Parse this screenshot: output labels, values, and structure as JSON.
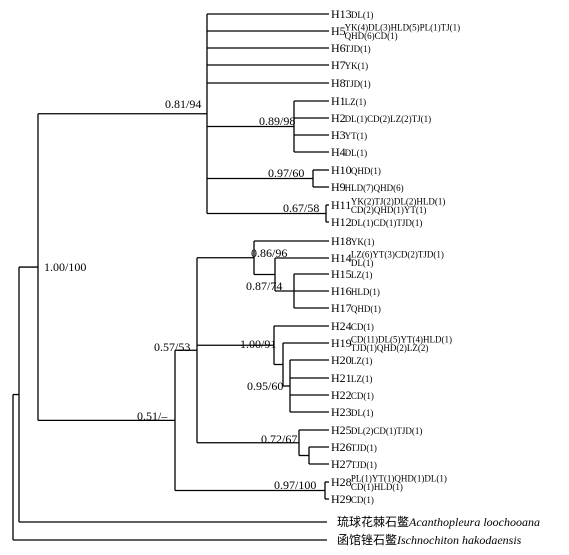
{
  "tree": {
    "tips": [
      {
        "id": "H13",
        "name": "H13",
        "loc": [
          "DL(1)"
        ]
      },
      {
        "id": "H5",
        "name": "H5",
        "loc": [
          "YK(4)DL(3)HLD(5)PL(1)TJ(1)",
          "QHD(6)CD(1)"
        ]
      },
      {
        "id": "H6",
        "name": "H6",
        "loc": [
          "TJD(1)"
        ]
      },
      {
        "id": "H7",
        "name": "H7",
        "loc": [
          "YK(1)"
        ]
      },
      {
        "id": "H8",
        "name": "H8",
        "loc": [
          "TJD(1)"
        ]
      },
      {
        "id": "H1",
        "name": "H1",
        "loc": [
          "LZ(1)"
        ]
      },
      {
        "id": "H2",
        "name": "H2",
        "loc": [
          "DL(1)CD(2)LZ(2)TJ(1)"
        ]
      },
      {
        "id": "H3",
        "name": "H3",
        "loc": [
          "YT(1)"
        ]
      },
      {
        "id": "H4",
        "name": "H4",
        "loc": [
          "DL(1)"
        ]
      },
      {
        "id": "H10",
        "name": "H10",
        "loc": [
          "QHD(1)"
        ]
      },
      {
        "id": "H9",
        "name": "H9",
        "loc": [
          "HLD(7)QHD(6)"
        ]
      },
      {
        "id": "H11",
        "name": "H11",
        "loc": [
          "YK(2)TJ(2)DL(2)HLD(1)",
          "CD(2)QHD(1)YT(1)"
        ]
      },
      {
        "id": "H12",
        "name": "H12",
        "loc": [
          "DL(1)CD(1)TJD(1)"
        ]
      },
      {
        "id": "H18",
        "name": "H18",
        "loc": [
          "YK(1)"
        ]
      },
      {
        "id": "H14",
        "name": "H14",
        "loc": [
          "LZ(6)YT(3)CD(2)TJD(1)",
          "DL(1)"
        ]
      },
      {
        "id": "H15",
        "name": "H15",
        "loc": [
          "LZ(1)"
        ]
      },
      {
        "id": "H16",
        "name": "H16",
        "loc": [
          "HLD(1)"
        ]
      },
      {
        "id": "H17",
        "name": "H17",
        "loc": [
          "QHD(1)"
        ]
      },
      {
        "id": "H24",
        "name": "H24",
        "loc": [
          "CD(1)"
        ]
      },
      {
        "id": "H19",
        "name": "H19",
        "loc": [
          "CD(11)DL(5)YT(4)HLD(1)",
          "TJD(1)QHD(2)LZ(2)"
        ]
      },
      {
        "id": "H20",
        "name": "H20",
        "loc": [
          "LZ(1)"
        ]
      },
      {
        "id": "H21",
        "name": "H21",
        "loc": [
          "LZ(1)"
        ]
      },
      {
        "id": "H22",
        "name": "H22",
        "loc": [
          "CD(1)"
        ]
      },
      {
        "id": "H23",
        "name": "H23",
        "loc": [
          "DL(1)"
        ]
      },
      {
        "id": "H25",
        "name": "H25",
        "loc": [
          "DL(2)CD(1)TJD(1)"
        ]
      },
      {
        "id": "H26",
        "name": "H26",
        "loc": [
          "TJD(1)"
        ]
      },
      {
        "id": "H27",
        "name": "H27",
        "loc": [
          "TJD(1)"
        ]
      },
      {
        "id": "H28",
        "name": "H28",
        "loc": [
          "PL(1)YT(1)QHD(1)DL(1)",
          "CD(1)HLD(1)"
        ]
      },
      {
        "id": "H29",
        "name": "H29",
        "loc": [
          "CD(1)"
        ]
      },
      {
        "id": "O1",
        "name": "琉球花棘石鳖",
        "sci": "Acanthopleura loochooana"
      },
      {
        "id": "O2",
        "name": "函馆锉石鳖",
        "sci": "Ischnochiton hakodaensis"
      }
    ],
    "support": [
      {
        "id": "s1",
        "label": "0.81/94"
      },
      {
        "id": "s2",
        "label": "0.89/98"
      },
      {
        "id": "s3",
        "label": "0.97/60"
      },
      {
        "id": "s4",
        "label": "0.67/58"
      },
      {
        "id": "s5",
        "label": "1.00/100"
      },
      {
        "id": "s6",
        "label": "0.86/96"
      },
      {
        "id": "s7",
        "label": "0.87/74"
      },
      {
        "id": "s8",
        "label": "0.57/53"
      },
      {
        "id": "s9",
        "label": "1.00/91"
      },
      {
        "id": "s10",
        "label": "0.95/60"
      },
      {
        "id": "s11",
        "label": "0.51/–"
      },
      {
        "id": "s12",
        "label": "0.72/67"
      },
      {
        "id": "s13",
        "label": "0.97/100"
      }
    ]
  }
}
